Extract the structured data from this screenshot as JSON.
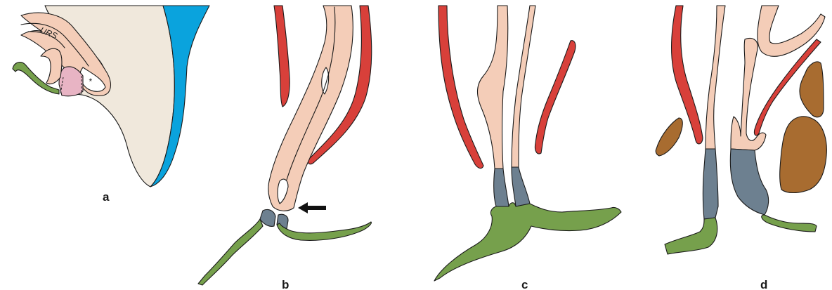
{
  "figure": {
    "panels": [
      {
        "label": "a"
      },
      {
        "label": "b"
      },
      {
        "label": "c"
      },
      {
        "label": "d"
      }
    ],
    "annotations": {
      "urs_label": "URS",
      "asterisk": "*"
    },
    "colors": {
      "mesenchyme": "#f0e8dc",
      "bladder_blue": "#0aa3dd",
      "urorectal_pink": "#f4cdb8",
      "membrane_mauve": "#e8b4c4",
      "muscle_red": "#d8403a",
      "ectoderm_green": "#76a04c",
      "epithelium_slate": "#6d8090",
      "bone_brown": "#a86c30",
      "outline": "#1a1a1a"
    }
  }
}
